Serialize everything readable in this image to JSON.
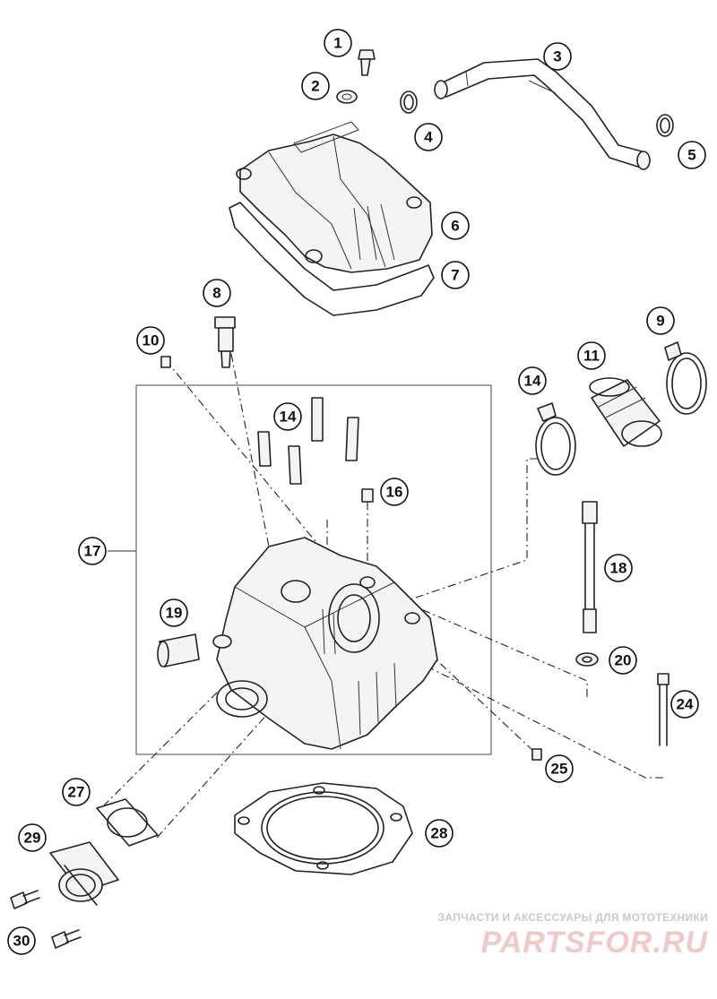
{
  "callouts": [
    "1",
    "2",
    "3",
    "4",
    "5",
    "6",
    "7",
    "8",
    "9",
    "10",
    "11",
    "14",
    "14",
    "16",
    "17",
    "18",
    "19",
    "20",
    "24",
    "25",
    "27",
    "28",
    "29",
    "30"
  ],
  "watermark": {
    "subtitle": "ЗАПЧАСТИ И АКСЕССУАРЫ ДЛЯ МОТОТЕХНИКИ",
    "logo": "PARTSFOR.RU"
  }
}
